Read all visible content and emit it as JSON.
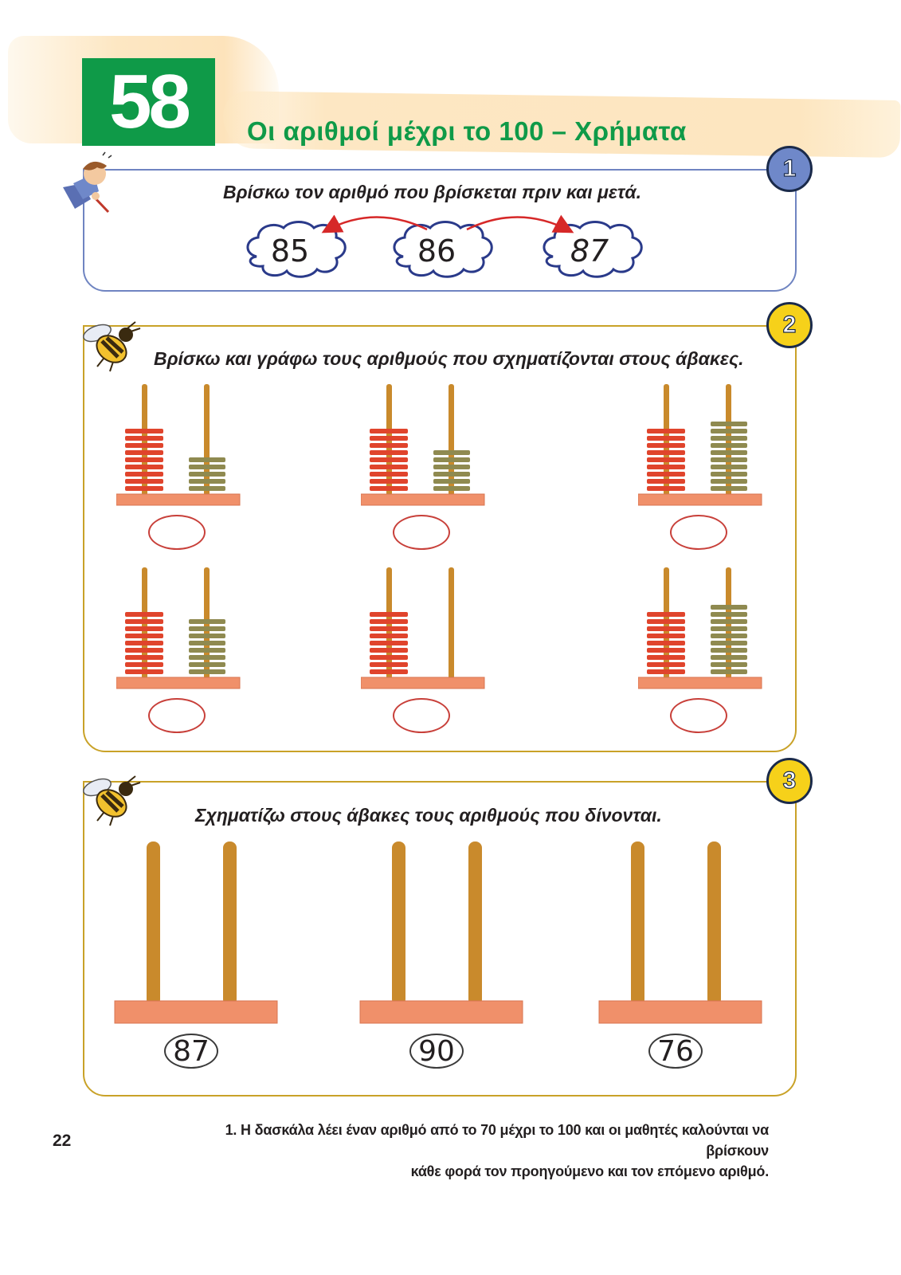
{
  "header": {
    "lesson_number": "58",
    "title": "Οι αριθμοί μέχρι το 100 – Χρήματα"
  },
  "exercise1": {
    "number": "1",
    "instruction": "Βρίσκω τον αριθμό που βρίσκεται πριν και μετά.",
    "clouds": [
      "85",
      "86",
      "87"
    ]
  },
  "exercise2": {
    "number": "2",
    "instruction": "Βρίσκω και γράφω τους αριθμούς που σχηματίζονται στους άβακες."
  },
  "exercise3": {
    "number": "3",
    "instruction": "Σχηματίζω στους άβακες τους αριθμούς που δίνονται.",
    "targets": [
      "87",
      "90",
      "76"
    ]
  },
  "footer": {
    "page_number": "22",
    "footnote_line1": "1. Η δασκάλα λέει έναν αριθμό από το 70 μέχρι το 100 και οι μαθητές καλούνται να βρίσκουν",
    "footnote_line2": "κάθε φορά τον προηγούμενο και τον επόμενο αριθμό."
  },
  "colors": {
    "green": "#0f9a48",
    "blue_frame": "#6f84c1",
    "gold_frame": "#c9a228",
    "tens_bead": "#e0442c",
    "units_bead": "#8f8a50",
    "rod": "#c98a2c",
    "base": "#f0906a"
  }
}
